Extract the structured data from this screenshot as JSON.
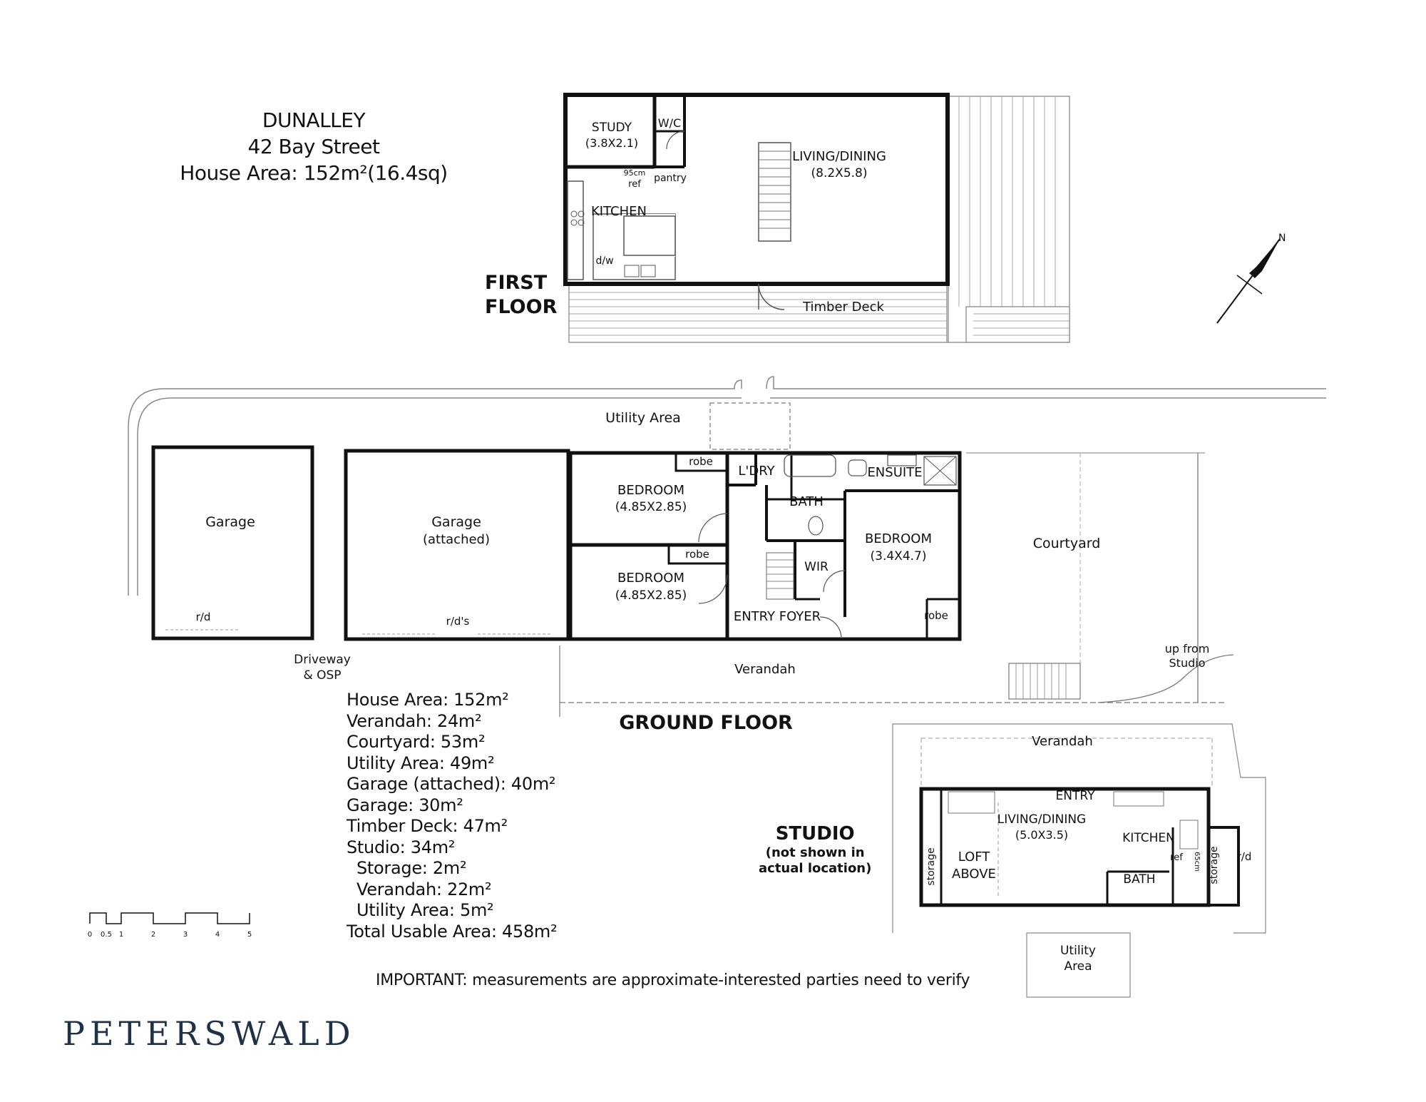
{
  "header": {
    "suburb": "DUNALLEY",
    "address": "42 Bay Street",
    "house_area": "House Area: 152m²(16.4sq)"
  },
  "floors": {
    "first": [
      "FIRST",
      "FLOOR"
    ],
    "ground": "GROUND FLOOR",
    "studio_title": "STUDIO",
    "studio_note": [
      "(not shown in",
      "actual location)"
    ]
  },
  "first_floor": {
    "study": [
      "STUDY",
      "(3.8X2.1)"
    ],
    "wc": "W/C",
    "ref": [
      "95cm",
      "ref"
    ],
    "pantry": "pantry",
    "kitchen": "KITCHEN",
    "dw": "d/w",
    "living": [
      "LIVING/DINING",
      "(8.2X5.8)"
    ],
    "deck": "Timber Deck"
  },
  "ground_floor": {
    "utility": "Utility Area",
    "garage": "Garage",
    "garage_rd": "r/d",
    "garage_attached": [
      "Garage",
      "(attached)"
    ],
    "garage_rds": "r/d's",
    "bed1": [
      "BEDROOM",
      "(4.85X2.85)"
    ],
    "bed2": [
      "BEDROOM",
      "(4.85X2.85)"
    ],
    "robe": "robe",
    "laundry": "L'DRY",
    "bath": "BATH",
    "ensuite": "ENSUITE",
    "master": [
      "BEDROOM",
      "(3.4X4.7)"
    ],
    "wir": "WIR",
    "entry": "ENTRY FOYER",
    "courtyard": "Courtyard",
    "verandah": "Verandah",
    "driveway": [
      "Driveway",
      "& OSP"
    ],
    "up_studio": [
      "up from",
      "Studio"
    ]
  },
  "studio_plan": {
    "verandah": "Verandah",
    "entry": "ENTRY",
    "living": [
      "LIVING/DINING",
      "(5.0X3.5)"
    ],
    "kitchen": "KITCHEN",
    "loft": [
      "LOFT",
      "ABOVE"
    ],
    "storage": "storage",
    "ref": "ref",
    "ref_cm": "65cm",
    "bath": "BATH",
    "rd": "r/d",
    "utility": [
      "Utility",
      "Area"
    ]
  },
  "area_list": [
    {
      "text": "House Area: 152m²",
      "indent": false
    },
    {
      "text": "Verandah: 24m²",
      "indent": false
    },
    {
      "text": "Courtyard: 53m²",
      "indent": false
    },
    {
      "text": "Utility Area: 49m²",
      "indent": false
    },
    {
      "text": "Garage (attached): 40m²",
      "indent": false
    },
    {
      "text": "Garage: 30m²",
      "indent": false
    },
    {
      "text": "Timber Deck: 47m²",
      "indent": false
    },
    {
      "text": "Studio: 34m²",
      "indent": false
    },
    {
      "text": "Storage: 2m²",
      "indent": true
    },
    {
      "text": "Verandah: 22m²",
      "indent": true
    },
    {
      "text": "Utility Area: 5m²",
      "indent": true
    },
    {
      "text": "Total Usable Area: 458m²",
      "indent": false
    }
  ],
  "scale_labels": [
    "0",
    "0.5",
    "1",
    "2",
    "3",
    "4",
    "5"
  ],
  "compass": "N",
  "important": "IMPORTANT: measurements are approximate-interested parties need to verify",
  "brand": "PETERSWALD"
}
